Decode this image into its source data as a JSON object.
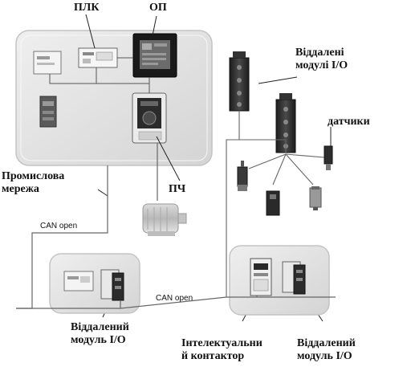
{
  "labels": {
    "plc": "ПЛК",
    "op": "ОП",
    "remote_io_top_line1": "Віддалені",
    "remote_io_top_line2": "модулі I/O",
    "sensors": "датчики",
    "industrial_network_line1": "Промислова",
    "industrial_network_line2": "мережа",
    "vfd": "ПЧ",
    "canopen_left": "CAN open",
    "canopen_bottom": "CAN open",
    "remote_io_left_line1": "Віддалений",
    "remote_io_left_line2": "модуль I/O",
    "smart_contactor_line1": "Інтелектуальни",
    "smart_contactor_line2": "й контактор",
    "remote_io_right_line1": "Віддалений",
    "remote_io_right_line2": "модуль I/O"
  },
  "colors": {
    "panel_fill": "#e6e6e6",
    "panel_edge": "#c4c4c4",
    "device_light": "#f2f2f2",
    "device_dark": "#2a2a2a",
    "line": "#555555"
  },
  "icons": [
    "plc-module",
    "operator-panel",
    "frequency-converter",
    "motor",
    "remote-io-module",
    "sensor",
    "smart-contactor",
    "power-supply"
  ]
}
